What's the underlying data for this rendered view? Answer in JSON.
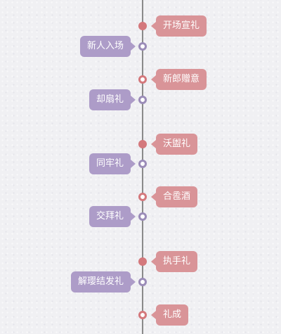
{
  "timeline": {
    "steps": [
      {
        "label": "开场宣礼",
        "side": "right",
        "dot": "filled-pink"
      },
      {
        "label": "新人入场",
        "side": "left",
        "dot": "ring-purple"
      },
      {
        "label": "新郎赠意",
        "side": "right",
        "dot": "ring-pink"
      },
      {
        "label": "却扇礼",
        "side": "left",
        "dot": "ring-purple"
      },
      {
        "label": "沃盥礼",
        "side": "right",
        "dot": "filled-pink"
      },
      {
        "label": "同牢礼",
        "side": "left",
        "dot": "ring-purple"
      },
      {
        "label": "合卺酒",
        "side": "right",
        "dot": "ring-pink"
      },
      {
        "label": "交拜礼",
        "side": "left",
        "dot": "ring-purple"
      },
      {
        "label": "执手礼",
        "side": "right",
        "dot": "filled-pink"
      },
      {
        "label": "解璎结发礼",
        "side": "left",
        "dot": "ring-purple"
      },
      {
        "label": "礼成",
        "side": "right",
        "dot": "ring-pink"
      }
    ]
  },
  "colors": {
    "pink": "#d99498",
    "pink_dot": "#d4787c",
    "purple": "#ad9cc8",
    "purple_dot": "#9b8cb8",
    "line": "#8a8a8a"
  }
}
